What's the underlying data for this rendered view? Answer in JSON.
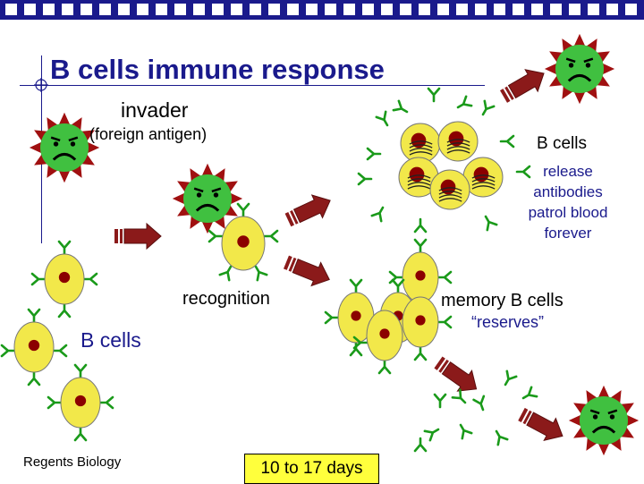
{
  "title": "B cells immune response",
  "labels": {
    "invader": "invader",
    "foreign_antigen": "(foreign antigen)",
    "recognition": "recognition",
    "b_cells_left": "B cells",
    "b_cells_right": "B cells",
    "release": [
      "release",
      "antibodies",
      "patrol blood",
      "forever"
    ],
    "memory_b_cells": "memory B cells",
    "reserves": "“reserves”",
    "time_span": "10 to 17 days"
  },
  "footer": "Regents Biology",
  "colors": {
    "header_bar": "#1a1a8c",
    "title_text": "#1a1a8c",
    "antibody": "#1a9a1a",
    "cell_fill": "#f2e84a",
    "nucleus": "#8b0000",
    "invader_spikes": "#a01010",
    "invader_body": "#40c040",
    "arrow": "#8b1a1a",
    "time_box": "#ffff3c"
  },
  "icons": [
    "invader-germ-icon",
    "b-cell-icon",
    "plasma-cell-icon",
    "antibody-icon",
    "arrow-icon"
  ]
}
